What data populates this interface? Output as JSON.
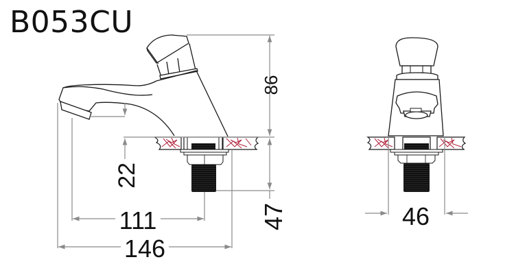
{
  "title": "B053CU",
  "colors": {
    "outline": "#1a1a1a",
    "dimension_line": "#8a8a8a",
    "counter_hatch": "#b0203a",
    "thread_fill": "#111111",
    "background": "#ffffff"
  },
  "views": {
    "side": {
      "label": "side-view",
      "dimensions": {
        "height_above_counter": "86",
        "below_counter": "47",
        "spout_clearance": "22",
        "spout_to_shank": "111",
        "overall_length": "146"
      }
    },
    "front": {
      "label": "front-view",
      "dimensions": {
        "base_width": "46"
      }
    }
  }
}
